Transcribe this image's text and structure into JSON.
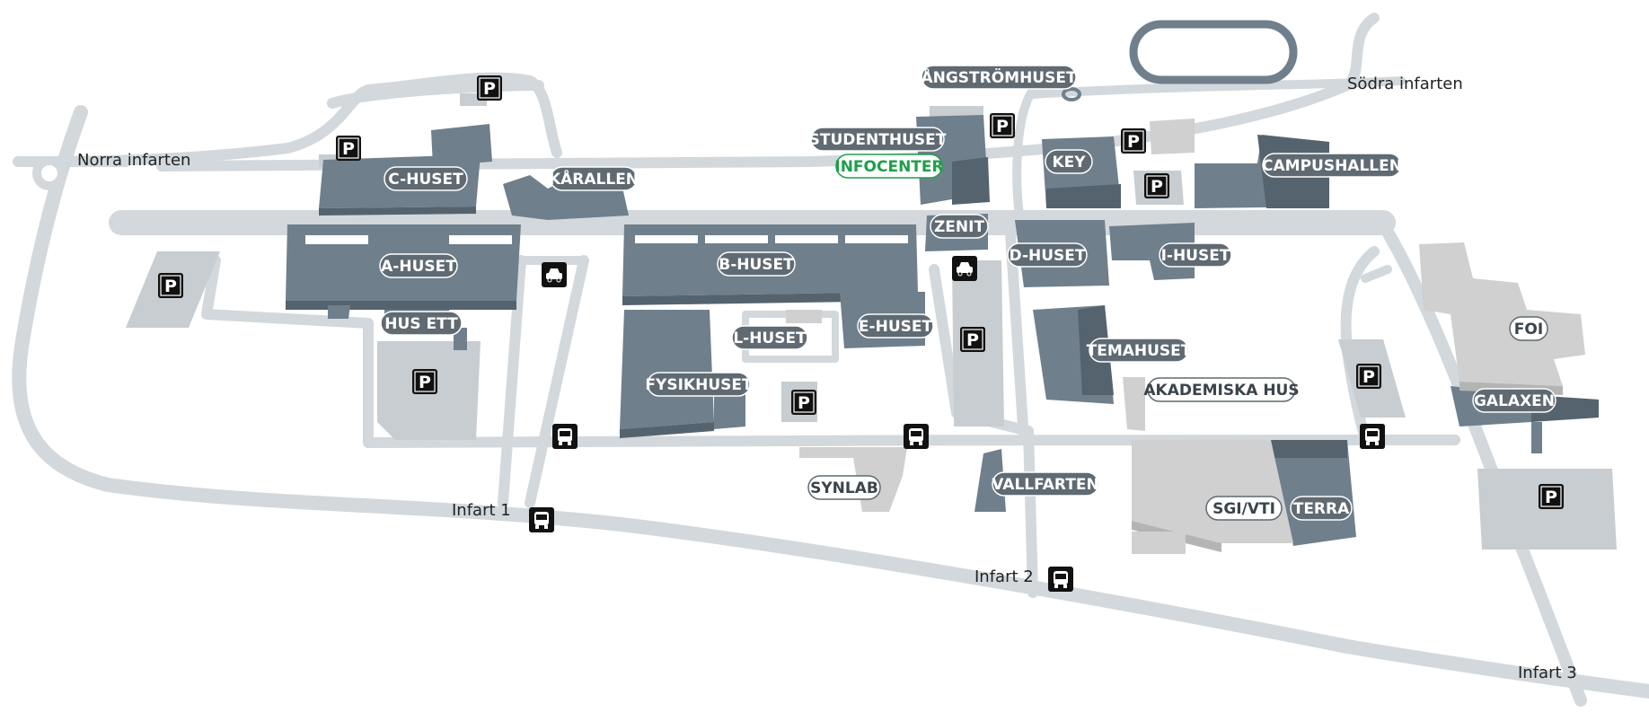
{
  "colors": {
    "background": "#ffffff",
    "road": "#d2d8dc",
    "parking_area": "#c7cdd1",
    "building_dark": "#6f7f8c",
    "building_side": "#55636e",
    "building_light": "#cfd0cf",
    "building_light_side": "#b3b5b4",
    "label_dark_fill": "#5f6a72",
    "label_text": "#ffffff",
    "label_outline_stroke": "#5f6a72",
    "label_outline_text": "#3b444b",
    "infocenter": "#1e9e4a",
    "icon_bg": "#111111"
  },
  "map": {
    "labels": [
      {
        "id": "angstromhuset",
        "text": "ÅNGSTRÖMHUSET",
        "style": "dark"
      },
      {
        "id": "studenthuset",
        "text": "STUDENTHUSET",
        "style": "dark"
      },
      {
        "id": "infocenter",
        "text": "INFOCENTER",
        "style": "green"
      },
      {
        "id": "key",
        "text": "KEY",
        "style": "dark"
      },
      {
        "id": "campushallen",
        "text": "CAMPUSHALLEN",
        "style": "dark"
      },
      {
        "id": "c-huset",
        "text": "C-HUSET",
        "style": "dark"
      },
      {
        "id": "karallen",
        "text": "KÅRALLEN",
        "style": "dark"
      },
      {
        "id": "a-huset",
        "text": "A-HUSET",
        "style": "dark"
      },
      {
        "id": "b-huset",
        "text": "B-HUSET",
        "style": "dark"
      },
      {
        "id": "zenit",
        "text": "ZENIT",
        "style": "dark"
      },
      {
        "id": "d-huset",
        "text": "D-HUSET",
        "style": "dark"
      },
      {
        "id": "i-huset",
        "text": "I-HUSET",
        "style": "dark"
      },
      {
        "id": "hus-ett",
        "text": "HUS ETT",
        "style": "dark"
      },
      {
        "id": "l-huset",
        "text": "L-HUSET",
        "style": "dark"
      },
      {
        "id": "e-huset",
        "text": "E-HUSET",
        "style": "dark"
      },
      {
        "id": "fysikhuset",
        "text": "FYSIKHUSET",
        "style": "dark"
      },
      {
        "id": "temahuset",
        "text": "TEMAHUSET",
        "style": "dark"
      },
      {
        "id": "akademiska-hus",
        "text": "AKADEMISKA HUS",
        "style": "outline"
      },
      {
        "id": "foi",
        "text": "FOI",
        "style": "outline"
      },
      {
        "id": "galaxen",
        "text": "GALAXEN",
        "style": "dark"
      },
      {
        "id": "synlab",
        "text": "SYNLAB",
        "style": "outline"
      },
      {
        "id": "vallfarten",
        "text": "VALLFARTEN",
        "style": "dark"
      },
      {
        "id": "sgi-vti",
        "text": "SGI/VTI",
        "style": "outline"
      },
      {
        "id": "terra",
        "text": "TERRA",
        "style": "dark"
      }
    ],
    "places": [
      {
        "id": "norra-infarten",
        "text": "Norra infarten"
      },
      {
        "id": "sodra-infarten",
        "text": "Södra infarten"
      },
      {
        "id": "infart-1",
        "text": "Infart 1"
      },
      {
        "id": "infart-2",
        "text": "Infart 2"
      },
      {
        "id": "infart-3",
        "text": "Infart 3"
      }
    ],
    "icons": [
      {
        "id": "parking-1",
        "type": "parking-icon",
        "glyph": "P"
      },
      {
        "id": "parking-2",
        "type": "parking-icon",
        "glyph": "P"
      },
      {
        "id": "parking-3",
        "type": "parking-icon",
        "glyph": "P"
      },
      {
        "id": "parking-4",
        "type": "parking-icon",
        "glyph": "P"
      },
      {
        "id": "parking-5",
        "type": "parking-icon",
        "glyph": "P"
      },
      {
        "id": "parking-6",
        "type": "parking-icon",
        "glyph": "P"
      },
      {
        "id": "parking-7",
        "type": "parking-icon",
        "glyph": "P"
      },
      {
        "id": "parking-8",
        "type": "parking-icon",
        "glyph": "P"
      },
      {
        "id": "parking-9",
        "type": "parking-icon",
        "glyph": "P"
      },
      {
        "id": "parking-10",
        "type": "parking-icon",
        "glyph": "P"
      },
      {
        "id": "parking-11",
        "type": "parking-icon",
        "glyph": "P"
      },
      {
        "id": "parking-12",
        "type": "parking-icon",
        "glyph": "P"
      },
      {
        "id": "taxi-1",
        "type": "taxi-icon"
      },
      {
        "id": "taxi-2",
        "type": "taxi-icon"
      },
      {
        "id": "bus-1",
        "type": "bus-icon"
      },
      {
        "id": "bus-2",
        "type": "bus-icon"
      },
      {
        "id": "bus-3",
        "type": "bus-icon"
      },
      {
        "id": "bus-4",
        "type": "bus-icon"
      },
      {
        "id": "bus-5",
        "type": "bus-icon"
      },
      {
        "id": "bus-6",
        "type": "bus-icon"
      }
    ]
  }
}
